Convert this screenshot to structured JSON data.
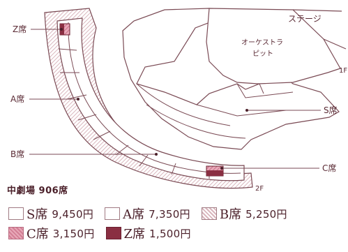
{
  "labels": {
    "stage": "ステージ",
    "pit_line1": "オーケストラ",
    "pit_line2": "ピット",
    "floor1": "1F",
    "floor2": "2F",
    "z": "Z席",
    "a": "A席",
    "b": "B席",
    "s": "S席",
    "c": "C席"
  },
  "venue": "中劇場  906席",
  "legend": [
    {
      "name": "S席",
      "price": "9,450円",
      "swatch": "plain"
    },
    {
      "name": "A席",
      "price": "7,350円",
      "swatch": "plain"
    },
    {
      "name": "B席",
      "price": "5,250円",
      "swatch": "hatch"
    },
    {
      "name": "C席",
      "price": "3,150円",
      "swatch": "pink"
    },
    {
      "name": "Z席",
      "price": "1,500円",
      "swatch": "dark"
    }
  ],
  "colors": {
    "line": "#7a4a54",
    "hatch": "#d9b6bd",
    "z_fill": "#8a2f42",
    "c_fill": "#e0a4b3"
  }
}
